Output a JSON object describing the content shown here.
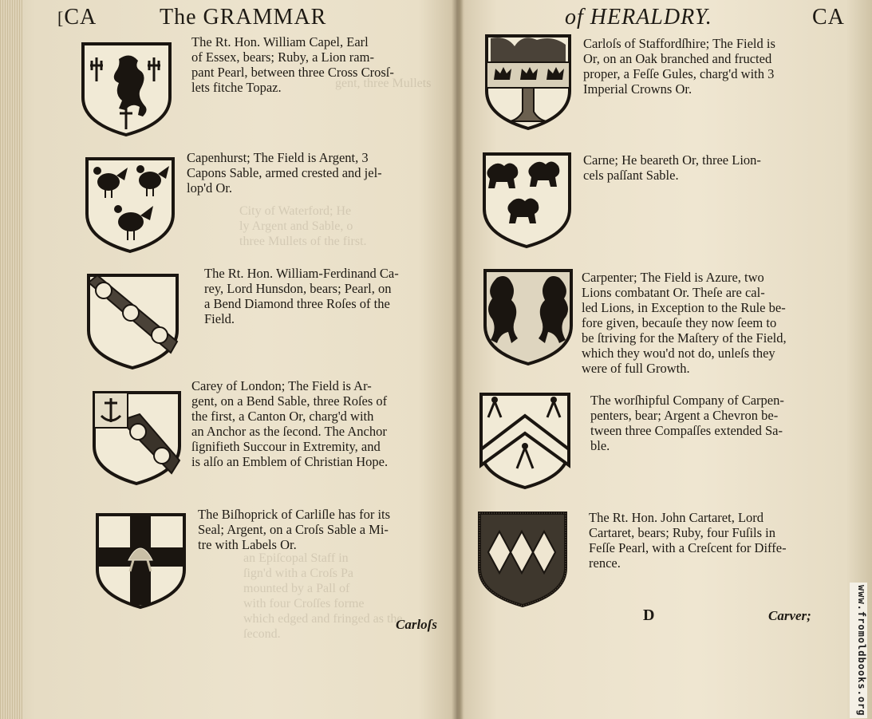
{
  "left_page": {
    "running_head_catchword": "CA",
    "running_head_title": "The GRAMMAR",
    "entries": [
      {
        "lines": [
          "The Rt. Hon. William Capel, Earl",
          "of Essex, bears; Ruby, a Lion ram-",
          "pant Pearl, between three Cross Crosſ-",
          "lets fitche Topaz."
        ]
      },
      {
        "lines": [
          "Capenhurst; The Field is Argent, 3",
          "Capons Sable, armed crested and jel-",
          "lop'd Or."
        ]
      },
      {
        "lines": [
          "The Rt. Hon. William-Ferdinand Ca-",
          "rey, Lord Hunsdon, bears; Pearl, on",
          "a Bend Diamond three Roſes of the",
          "Field."
        ]
      },
      {
        "lines": [
          "Carey of London; The Field is Ar-",
          "gent, on a Bend Sable, three Roſes of",
          "the first, a Canton Or, charg'd with",
          "an Anchor as the ſecond. The Anchor",
          "ſignifieth Succour in Extremity, and",
          "is alſo an Emblem of Christian Hope."
        ]
      },
      {
        "lines": [
          "The Biſhoprick of Carliſle has for its",
          "Seal; Argent, on a Croſs Sable a Mi-",
          "tre with Labels Or."
        ]
      }
    ],
    "catchword": "Carloſs"
  },
  "right_page": {
    "running_head_title": "of HERALDRY.",
    "running_head_catchword": "CA",
    "entries": [
      {
        "lines": [
          "Carloſs of Staffordſhire; The Field is",
          "Or, on an Oak branched and fructed",
          "proper, a Feſſe Gules, charg'd with 3",
          "Imperial Crowns Or."
        ]
      },
      {
        "lines": [
          "Carne; He beareth Or, three Lion-",
          "cels paſſant Sable."
        ]
      },
      {
        "lines": [
          "Carpenter; The Field is Azure, two",
          "Lions combatant Or. Theſe are cal-",
          "led Lions, in Exception to the Rule be-",
          "fore given, becauſe they now ſeem to",
          "be ſtriving for the Maſtery of the Field,",
          "which they wou'd not do, unleſs they",
          "were of full Growth."
        ]
      },
      {
        "lines": [
          "The worſhipful Company of Carpen-",
          "penters, bear; Argent a Chevron be-",
          "tween three Compaſſes extended Sa-",
          "ble."
        ]
      },
      {
        "lines": [
          "The Rt. Hon. John Cartaret, Lord",
          "Cartaret, bears; Ruby, four Fuſils in",
          "Feſſe Pearl, with a Creſcent for Diffe-",
          "rence."
        ]
      }
    ],
    "signature": "D",
    "catchword": "Carver;"
  },
  "watermark": "www.fromoldbooks.org"
}
